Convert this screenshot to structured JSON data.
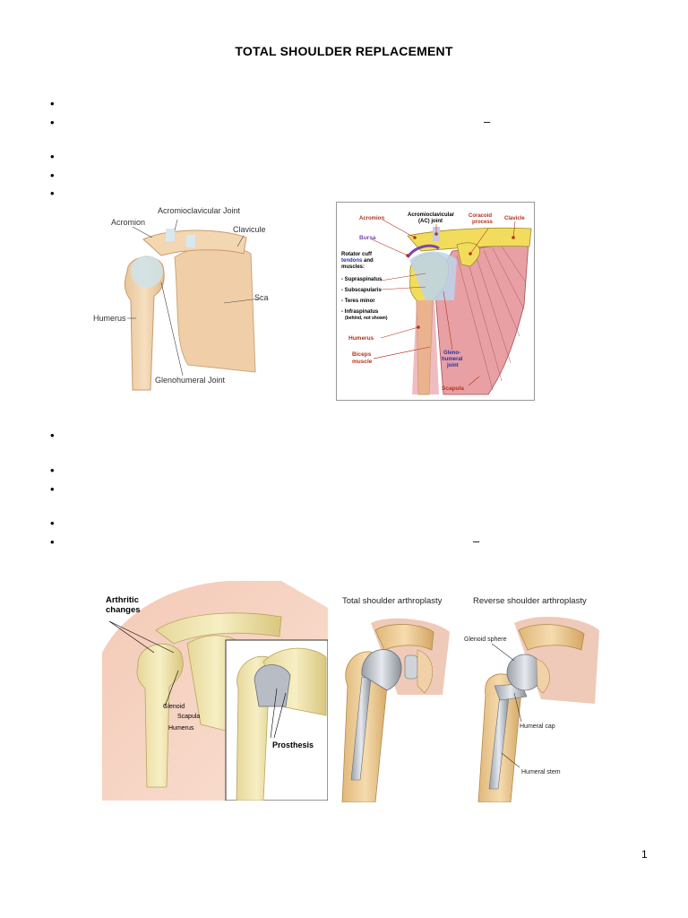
{
  "document": {
    "title": "TOTAL SHOULDER REPLACEMENT",
    "bullet_char": "•",
    "dash_char": "–",
    "page_number": "1"
  },
  "figure1": {
    "labels": {
      "acromioclavicular": "Acromioclavicular Joint",
      "acromion": "Acromion",
      "clavicule": "Clavicule",
      "scapula": "Scapula",
      "humerus": "Humerus",
      "glenohumeral": "Glenohumeral Joint"
    }
  },
  "figure2": {
    "labels": {
      "acromion": "Acromion",
      "ac_joint_1": "Acromioclavicular",
      "ac_joint_2": "(AC) joint",
      "coracoid_1": "Coracoid",
      "coracoid_2": "process",
      "clavicle": "Clavicle",
      "bursa": "Bursa",
      "rc_1": "Rotator cuff",
      "rc_2a": "tendons",
      "rc_2b": " and",
      "rc_3": "muscles:",
      "supraspinatus": "- Supraspinatus",
      "subscapularis": "- Subscapularis",
      "teres_minor": "- Teres minor",
      "infraspinatus": "- Infraspinatus",
      "infra_note": "(behind, not shown)",
      "humerus": "Humerus",
      "biceps_1": "Biceps",
      "biceps_2": "muscle",
      "gleno_1": "Gleno-",
      "gleno_2": "humeral",
      "gleno_3": "joint",
      "scapula": "Scapula"
    },
    "colors": {
      "bone": "#f2dc5c",
      "muscle": "#e8a0a4",
      "label_red": "#b5321e",
      "label_blue": "#2233aa",
      "label_purple": "#7a4aa8"
    }
  },
  "figure3": {
    "labels": {
      "arthritic_1": "Arthritic",
      "arthritic_2": "changes",
      "glenoid": "Glenoid",
      "scapula": "Scapula",
      "humerus": "Humerus",
      "prosthesis": "Prosthesis"
    }
  },
  "figure4": {
    "labels": {
      "total_title": "Total shoulder arthroplasty",
      "reverse_title": "Reverse shoulder arthroplasty",
      "glenoid_sphere": "Glenoid sphere",
      "humeral_cap": "Humeral cap",
      "humeral_stem": "Humeral stem"
    }
  }
}
